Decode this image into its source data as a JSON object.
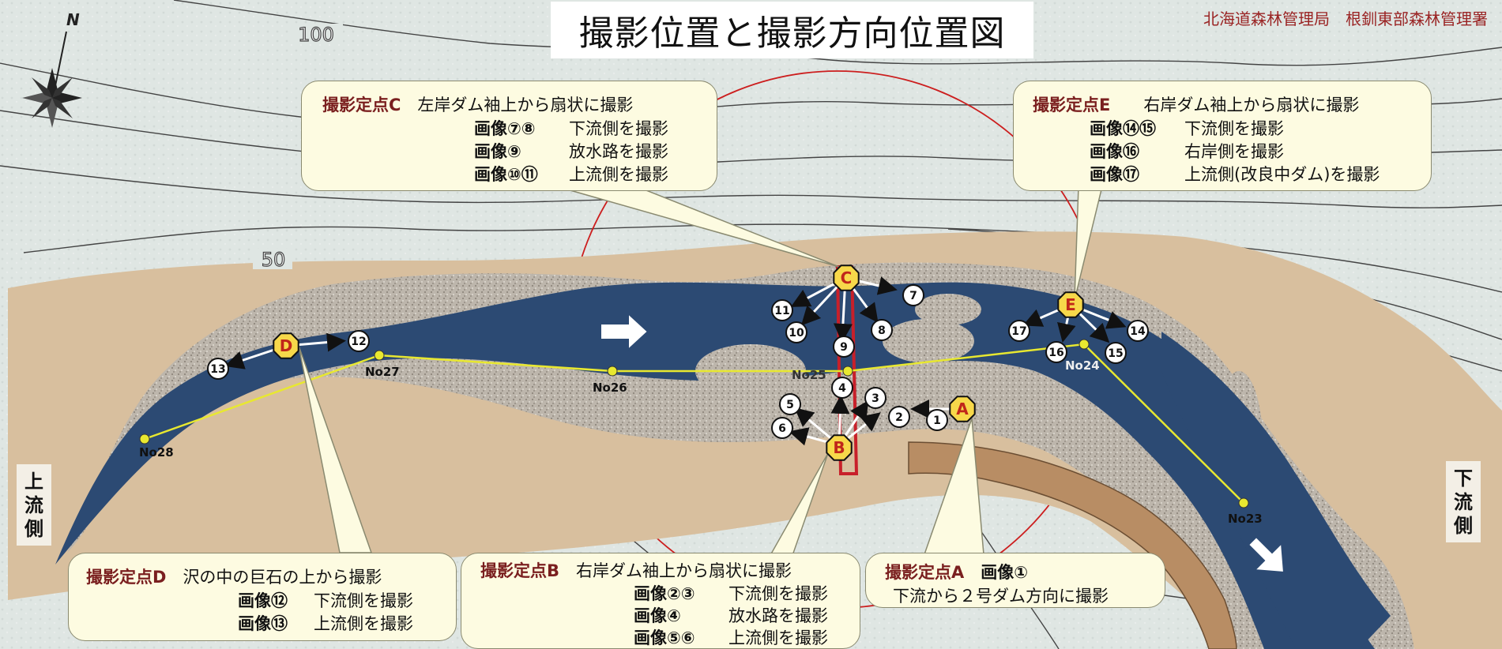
{
  "title": "撮影位置と撮影方向位置図",
  "agency": "北海道森林管理局　根釧東部森林管理署",
  "compass_letter": "N",
  "contours": [
    "100",
    "50"
  ],
  "side_labels": {
    "upstream": [
      "上",
      "流",
      "側"
    ],
    "downstream": [
      "下",
      "流",
      "側"
    ]
  },
  "survey_points": [
    {
      "label": "No28"
    },
    {
      "label": "No27"
    },
    {
      "label": "No26"
    },
    {
      "label": "No25"
    },
    {
      "label": "No24"
    },
    {
      "label": "No23"
    }
  ],
  "stations": [
    "A",
    "B",
    "C",
    "D",
    "E"
  ],
  "image_numbers": [
    "1",
    "2",
    "3",
    "4",
    "5",
    "6",
    "7",
    "8",
    "9",
    "10",
    "11",
    "12",
    "13",
    "14",
    "15",
    "16",
    "17"
  ],
  "callouts": {
    "C": {
      "tag": "撮影定点C",
      "desc": "左岸ダム袖上から扇状に撮影",
      "rows": [
        {
          "img": "画像⑦⑧",
          "text": "下流側を撮影"
        },
        {
          "img": "画像⑨",
          "text": "放水路を撮影"
        },
        {
          "img": "画像⑩⑪",
          "text": "上流側を撮影"
        }
      ]
    },
    "E": {
      "tag": "撮影定点E",
      "desc": "右岸ダム袖上から扇状に撮影",
      "rows": [
        {
          "img": "画像⑭⑮",
          "text": "下流側を撮影"
        },
        {
          "img": "画像⑯",
          "text": "右岸側を撮影"
        },
        {
          "img": "画像⑰",
          "text": "上流側(改良中ダム)を撮影"
        }
      ]
    },
    "D": {
      "tag": "撮影定点D",
      "desc": "沢の中の巨石の上から撮影",
      "rows": [
        {
          "img": "画像⑫",
          "text": "下流側を撮影"
        },
        {
          "img": "画像⑬",
          "text": "上流側を撮影"
        }
      ]
    },
    "B": {
      "tag": "撮影定点B",
      "desc": "右岸ダム袖上から扇状に撮影",
      "rows": [
        {
          "img": "画像②③",
          "text": "下流側を撮影"
        },
        {
          "img": "画像④",
          "text": "放水路を撮影"
        },
        {
          "img": "画像⑤⑥",
          "text": "上流側を撮影"
        }
      ]
    },
    "A": {
      "tag": "撮影定点A",
      "desc": "画像①",
      "rows": [
        {
          "img": "",
          "text": "下流から２号ダム方向に撮影"
        }
      ]
    }
  },
  "colors": {
    "river": "#2c4a73",
    "bank": "#d8bf9e",
    "gravel": "#b8b3ab",
    "ground": "#dfe6e3",
    "contour": "#444444",
    "survey_line": "#e8e830",
    "station_fill": "#f7d84a",
    "station_text": "#c0261a",
    "dam": "#c8202a",
    "circle": "#cc1e1e",
    "callout_bg": "#fdfbe1",
    "tag_text": "#7a1f1f"
  }
}
